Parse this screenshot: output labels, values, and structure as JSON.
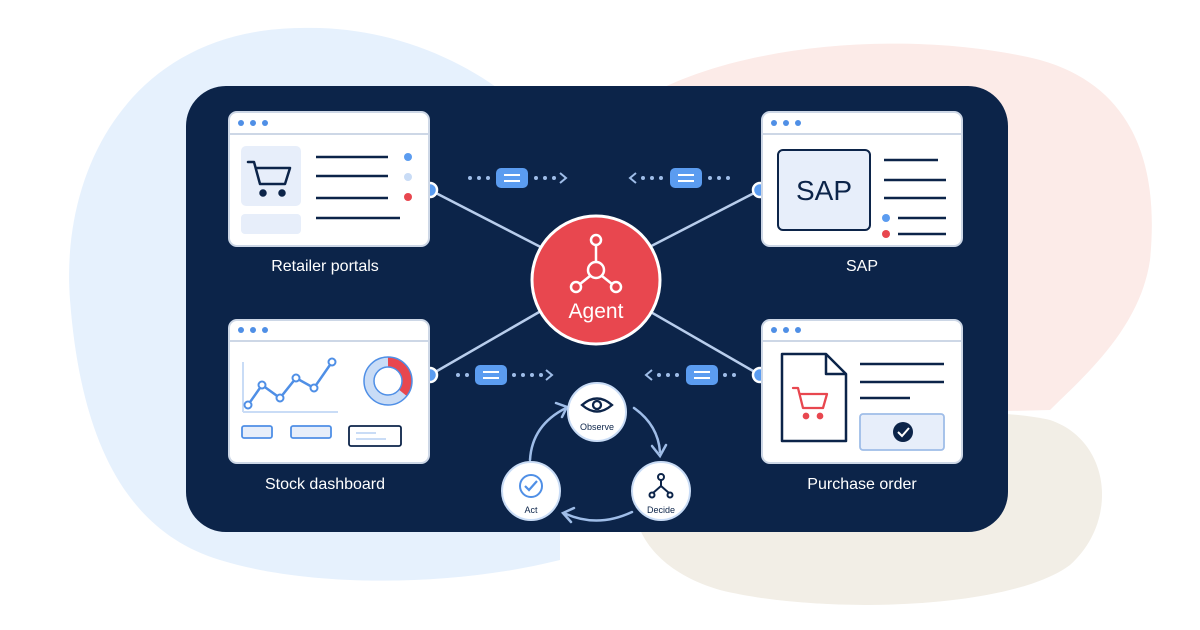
{
  "colors": {
    "navy": "#0c2449",
    "card_bg": "#f4f7fc",
    "card_border": "#cdd7e6",
    "window_dots": "#4f8fe6",
    "accent_blue": "#5b9cf0",
    "accent_red": "#e8474f",
    "light_blue": "#c9dcf6",
    "blob_blue": "#e6f1fd",
    "blob_pink": "#fcebe8",
    "blob_beige": "#f2eee6",
    "line_light": "#b8cdec"
  },
  "nodes": {
    "retailer_portals": {
      "label": "Retailer portals"
    },
    "sap": {
      "label": "SAP",
      "logo_text": "SAP"
    },
    "stock_dashboard": {
      "label": "Stock dashboard"
    },
    "purchase_order": {
      "label": "Purchase order"
    }
  },
  "agent": {
    "label": "Agent"
  },
  "loop": {
    "observe": "Observe",
    "decide": "Decide",
    "act": "Act"
  },
  "icons": {
    "cart": "shopping-cart-icon",
    "agent": "network-hub-icon",
    "observe": "eye-icon",
    "decide": "branch-icon",
    "act": "check-circle-icon",
    "message": "message-icon",
    "document": "document-icon"
  }
}
